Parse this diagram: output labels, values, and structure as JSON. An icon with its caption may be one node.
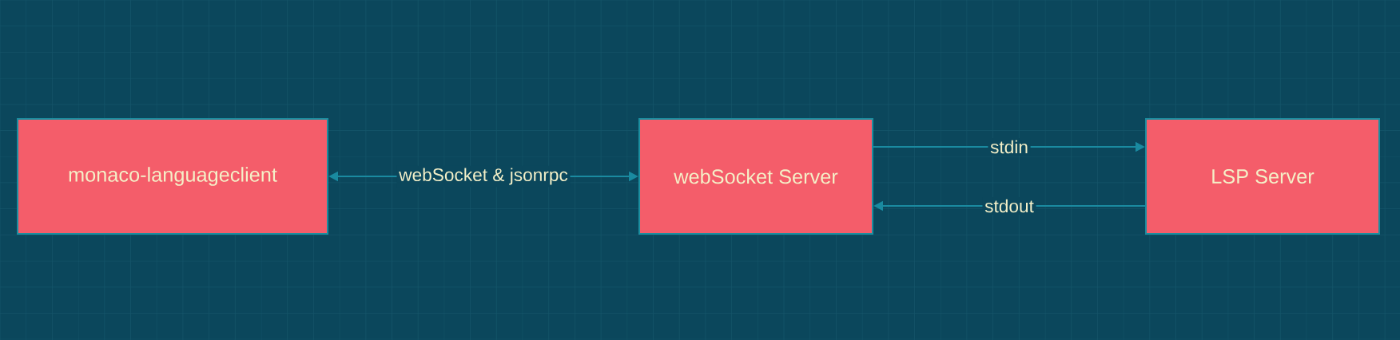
{
  "diagram": {
    "nodes": [
      {
        "text": [
          "monaco-languageclient"
        ]
      },
      {
        "text": [
          "webSocket Server"
        ]
      },
      {
        "text": [
          "LSP Server"
        ]
      }
    ],
    "edges": [
      {
        "from": 0,
        "to": 1,
        "arrow": "both",
        "label": "webSocket & jsonrpc"
      },
      {
        "from": 1,
        "to": 2,
        "arrow": "to",
        "label": "stdin"
      },
      {
        "from": 2,
        "to": 1,
        "arrow": "to",
        "label": "stdout"
      }
    ]
  }
}
